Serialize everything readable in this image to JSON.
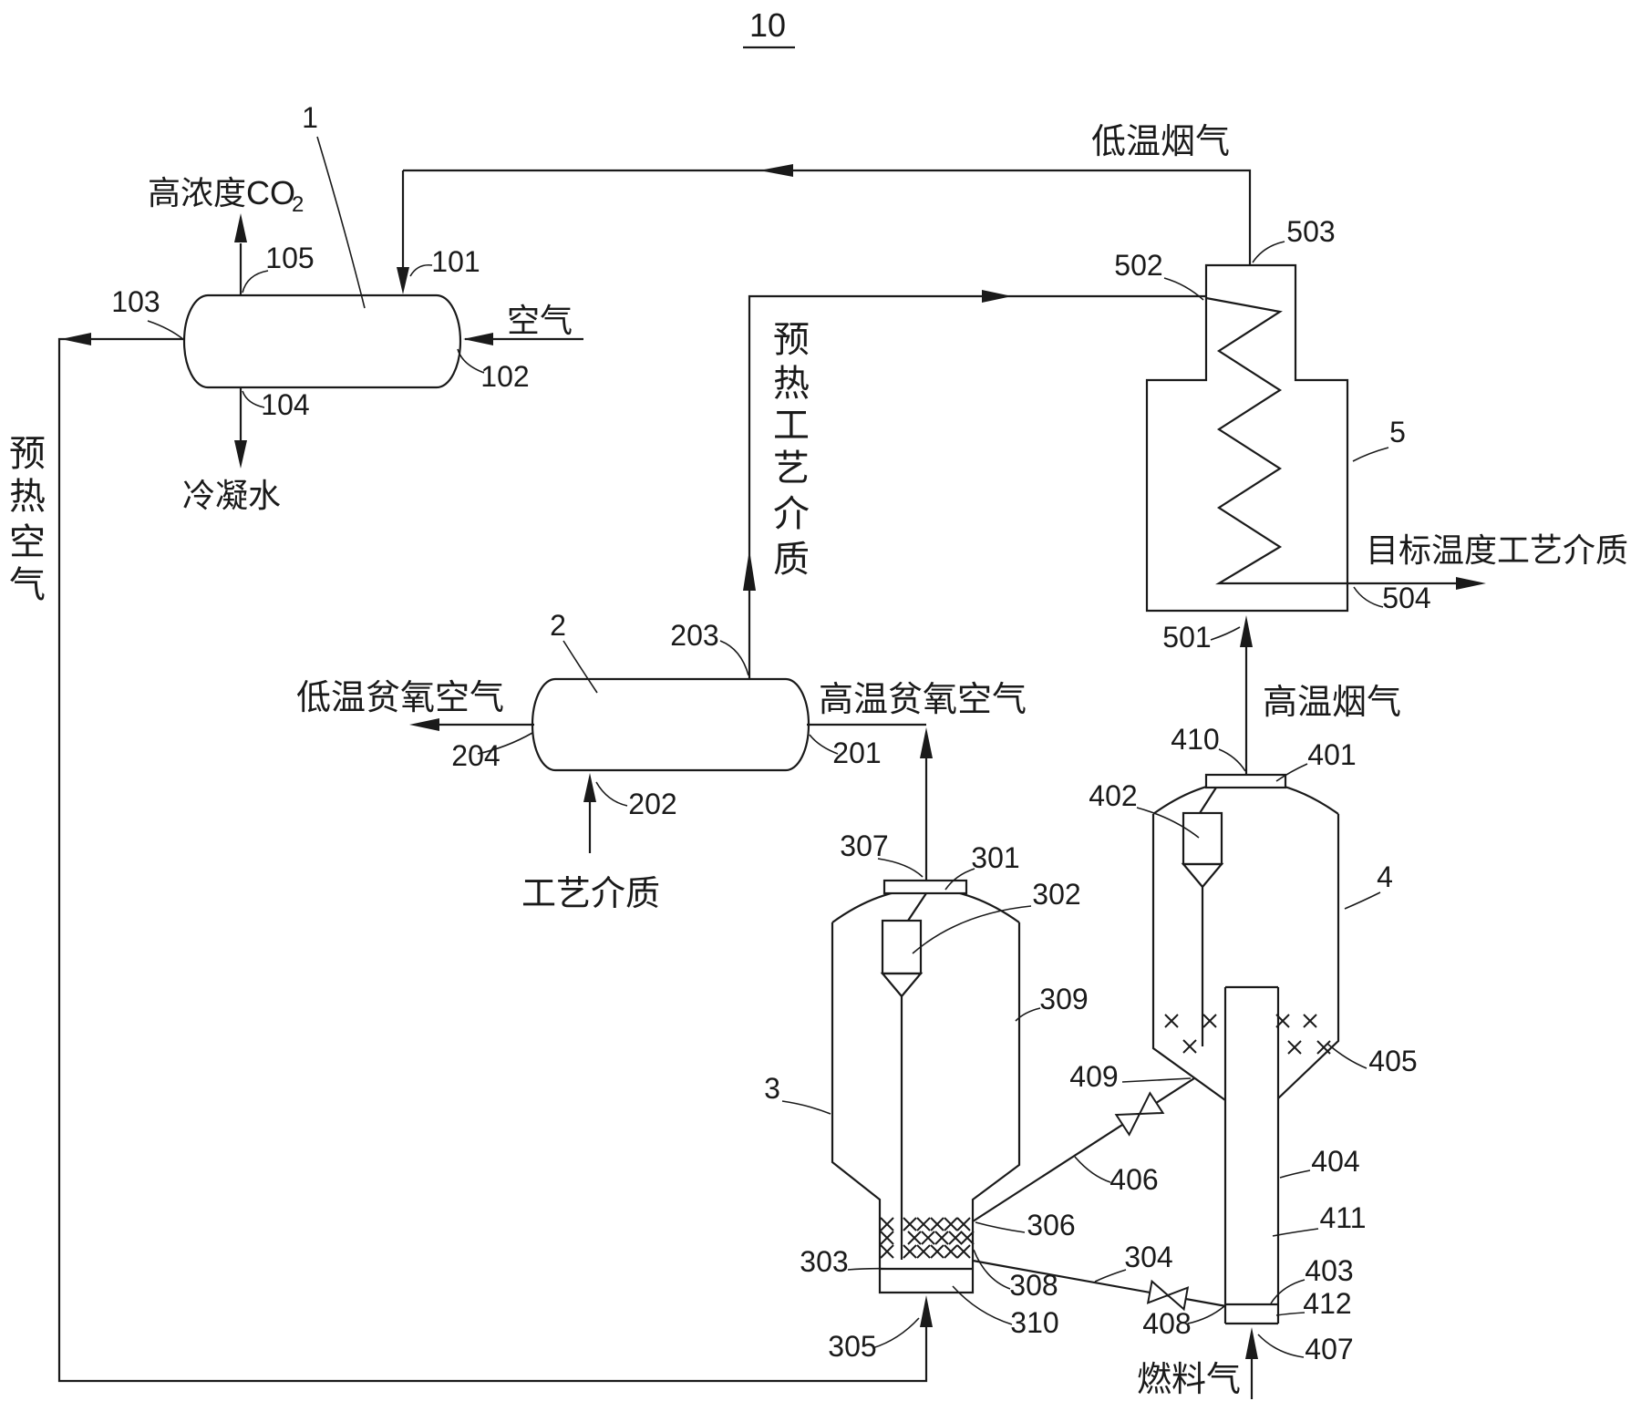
{
  "figure": {
    "number": "10"
  },
  "equipment": {
    "v1": "1",
    "v2": "2",
    "v3": "3",
    "v4": "4",
    "v5": "5"
  },
  "refs": {
    "r101": "101",
    "r102": "102",
    "r103": "103",
    "r104": "104",
    "r105": "105",
    "r201": "201",
    "r202": "202",
    "r203": "203",
    "r204": "204",
    "r301": "301",
    "r302": "302",
    "r303": "303",
    "r304": "304",
    "r305": "305",
    "r306": "306",
    "r307": "307",
    "r308": "308",
    "r309": "309",
    "r310": "310",
    "r401": "401",
    "r402": "402",
    "r403": "403",
    "r404": "404",
    "r405": "405",
    "r406": "406",
    "r407": "407",
    "r408": "408",
    "r409": "409",
    "r410": "410",
    "r411": "411",
    "r412": "412",
    "r501": "501",
    "r502": "502",
    "r503": "503",
    "r504": "504"
  },
  "streams": {
    "co2_main": "高浓度CO",
    "co2_sub": "2",
    "air": "空气",
    "condensate": "冷凝水",
    "preheated_air": "预热空气",
    "preheated_air_chars": [
      "预",
      "热",
      "空",
      "气"
    ],
    "low_temp_flue_gas": "低温烟气",
    "preheated_process_medium": "预热工艺介质",
    "preheated_process_medium_chars": [
      "预",
      "热",
      "工",
      "艺",
      "介",
      "质"
    ],
    "low_temp_lean_oxygen_air": "低温贫氧空气",
    "high_temp_lean_oxygen_air": "高温贫氧空气",
    "process_medium": "工艺介质",
    "high_temp_flue_gas": "高温烟气",
    "target_temp_process_medium": "目标温度工艺介质",
    "fuel_gas": "燃料气"
  },
  "colors": {
    "ink": "#1a1a1a",
    "background": "#ffffff"
  }
}
